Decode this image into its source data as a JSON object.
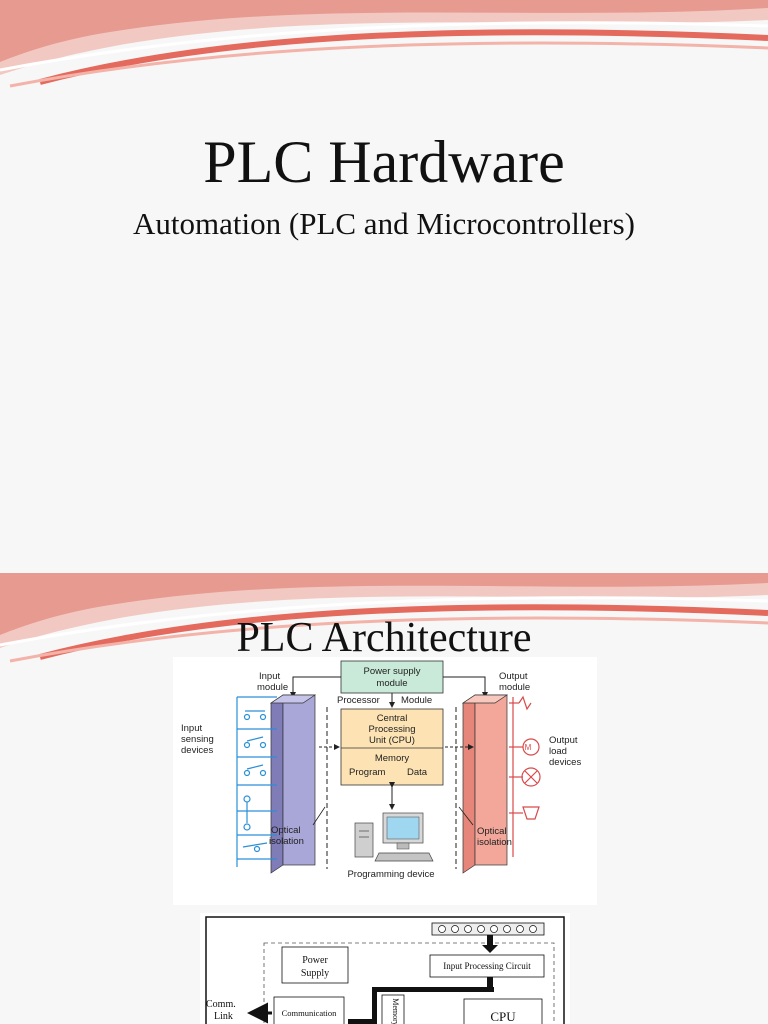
{
  "slide1": {
    "title": "PLC Hardware",
    "subtitle": "Automation (PLC and Microcontrollers)"
  },
  "slide2": {
    "title": "PLC Architecture",
    "diagram": {
      "power_supply": [
        "Power supply",
        "module"
      ],
      "input_module": [
        "Input",
        "module"
      ],
      "output_module": [
        "Output",
        "module"
      ],
      "processor": "Processor",
      "module": "Module",
      "cpu": [
        "Central",
        "Processing",
        "Unit (CPU)"
      ],
      "memory": "Memory",
      "program": "Program",
      "data": "Data",
      "input_devices": [
        "Input",
        "sensing",
        "devices"
      ],
      "output_devices": [
        "Output",
        "load",
        "devices"
      ],
      "optical_left": [
        "Optical",
        "isolation"
      ],
      "optical_right": [
        "Optical",
        "isolation"
      ],
      "programming_device": "Programming device",
      "motor_label": "M"
    },
    "block": {
      "power": [
        "Power",
        "Supply"
      ],
      "input_circuit": "Input Processing Circuit",
      "comm_link": [
        "Comm.",
        "Link"
      ],
      "communication": "Communication",
      "memory": "Memory",
      "cpu": "CPU"
    }
  },
  "colors": {
    "swoosh_dark": "#d9534f",
    "swoosh_light": "#f4b8b0",
    "power_box": "#c9ead9",
    "processor_box": "#fde3b4",
    "input_block": "#a9a6d8",
    "output_block": "#f2a79a",
    "switch_blue": "#2a8fd9",
    "device_red": "#d94a4a"
  }
}
